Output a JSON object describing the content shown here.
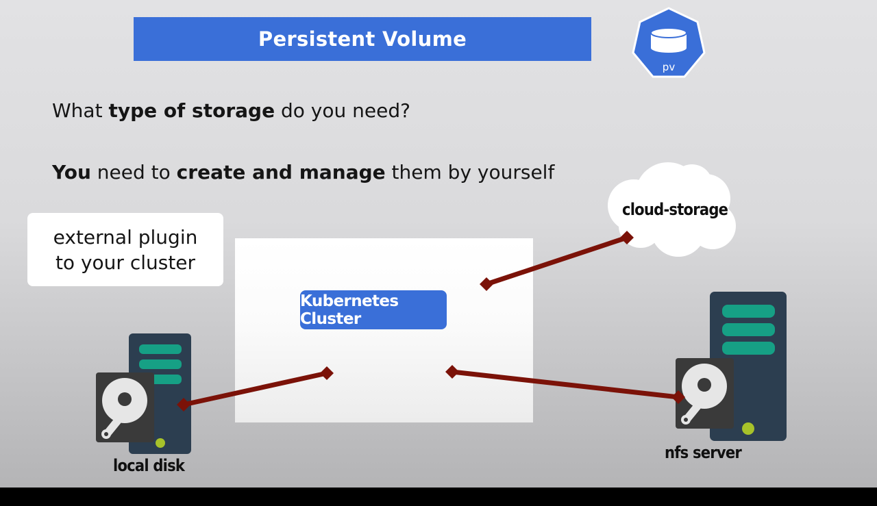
{
  "title": "Persistent Volume",
  "pv_badge_label": "pv",
  "question": {
    "text_1": "What ",
    "bold_1": "type of storage",
    "text_2": " do you need?"
  },
  "statement": {
    "bold_1": "You",
    "text_1": " need to ",
    "bold_2": "create and manage",
    "text_2": " them by yourself"
  },
  "plugin_note": {
    "line_1": "external plugin",
    "line_2": "to your cluster"
  },
  "cluster_label": "Kubernetes Cluster",
  "cloud_label": "cloud-storage",
  "local_disk_label": "local disk",
  "nfs_label": "nfs server",
  "colors": {
    "accent_blue": "#3a6fd8",
    "connector": "#7b1208",
    "server_body": "#2c3e50",
    "server_slot": "#16a085",
    "power_led": "#a7c22a",
    "disk_body": "#3a3a3a"
  }
}
